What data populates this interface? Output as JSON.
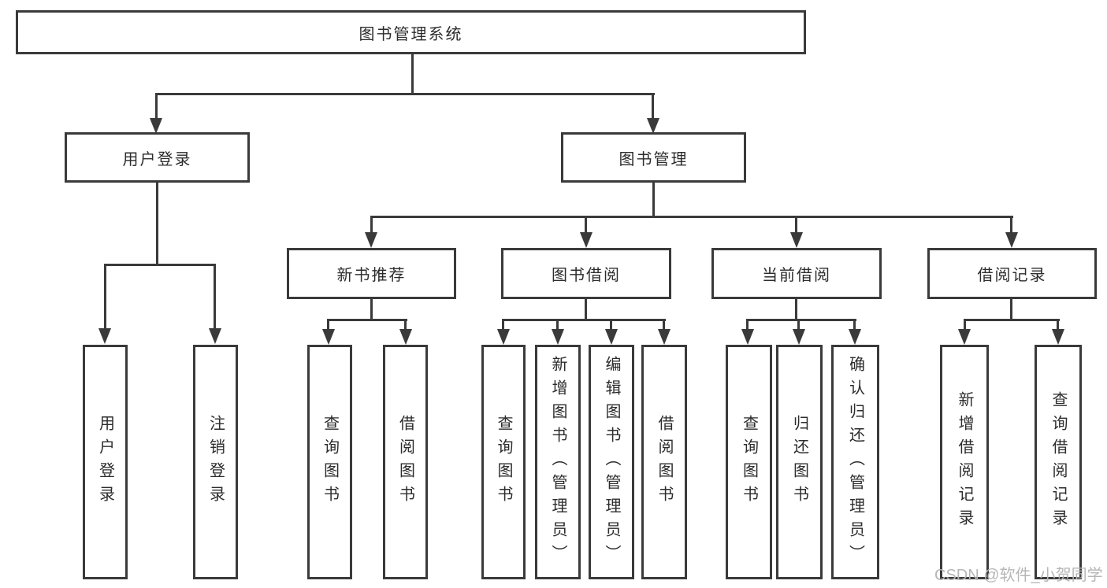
{
  "diagram": {
    "root": {
      "label": "图书管理系统"
    },
    "level2": [
      {
        "id": "user-login",
        "label": "用户登录"
      },
      {
        "id": "book-management",
        "label": "图书管理"
      }
    ],
    "level3": [
      {
        "id": "new-book-recommend",
        "label": "新书推荐"
      },
      {
        "id": "book-borrow",
        "label": "图书借阅"
      },
      {
        "id": "current-borrow",
        "label": "当前借阅"
      },
      {
        "id": "borrow-records",
        "label": "借阅记录"
      }
    ],
    "leaves": [
      {
        "parent": "user-login",
        "label": "用户登录"
      },
      {
        "parent": "user-login",
        "label": "注销登录"
      },
      {
        "parent": "new-book-recommend",
        "label": "查询图书"
      },
      {
        "parent": "new-book-recommend",
        "label": "借阅图书"
      },
      {
        "parent": "book-borrow",
        "label": "查询图书"
      },
      {
        "parent": "book-borrow",
        "label": "新增图书（管理员）"
      },
      {
        "parent": "book-borrow",
        "label": "编辑图书（管理员）"
      },
      {
        "parent": "book-borrow",
        "label": "借阅图书"
      },
      {
        "parent": "current-borrow",
        "label": "查询图书"
      },
      {
        "parent": "current-borrow",
        "label": "归还图书"
      },
      {
        "parent": "current-borrow",
        "label": "确认归还（管理员）"
      },
      {
        "parent": "borrow-records",
        "label": "新增借阅记录"
      },
      {
        "parent": "borrow-records",
        "label": "查询借阅记录"
      }
    ],
    "watermark": "CSDN @软件_小贺同学",
    "colors": {
      "line": "#3a3a3a",
      "text": "#2c2c2c",
      "watermark": "#b6b6b6",
      "background": "#ffffff"
    }
  }
}
